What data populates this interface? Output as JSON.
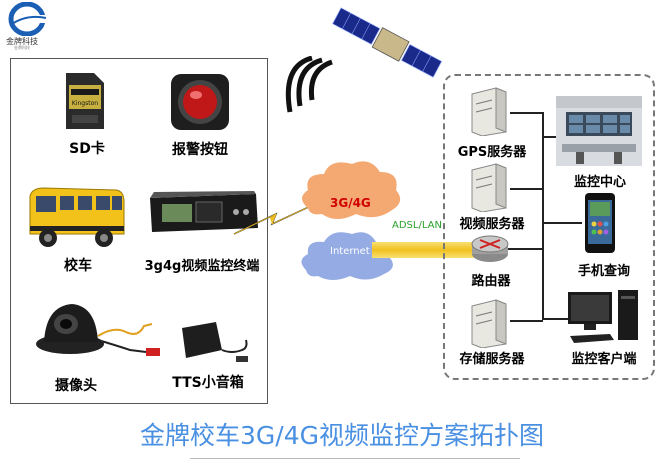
{
  "logo": {
    "text": "金牌科技",
    "sub": "金牌科技"
  },
  "left_panel": {
    "items": [
      {
        "label": "SD卡",
        "icon": "sd-card-icon"
      },
      {
        "label": "报警按钮",
        "icon": "alarm-button-icon"
      },
      {
        "label": "校车",
        "icon": "school-bus-icon"
      },
      {
        "label": "3g4g视频监控终端",
        "icon": "video-terminal-icon"
      },
      {
        "label": "摄像头",
        "icon": "camera-icon"
      },
      {
        "label": "TTS小音箱",
        "icon": "speaker-icon"
      }
    ]
  },
  "network": {
    "cloud_3g": "3G/4G",
    "cloud_internet": "Internet",
    "link_label": "ADSL/LAN"
  },
  "right_panel": {
    "servers": [
      {
        "label": "GPS服务器"
      },
      {
        "label": "视频服务器"
      },
      {
        "label": "路由器"
      },
      {
        "label": "存储服务器"
      }
    ],
    "clients": [
      {
        "label": "监控中心"
      },
      {
        "label": "手机查询"
      },
      {
        "label": "监控客户端"
      }
    ]
  },
  "footer": {
    "title": "金牌校车3G/4G视频监控方案拓扑图"
  },
  "colors": {
    "title": "#4a90e2",
    "link": "#f0c020",
    "cloud_orange": "#f5a060",
    "cloud_blue": "#8fa8e0"
  }
}
